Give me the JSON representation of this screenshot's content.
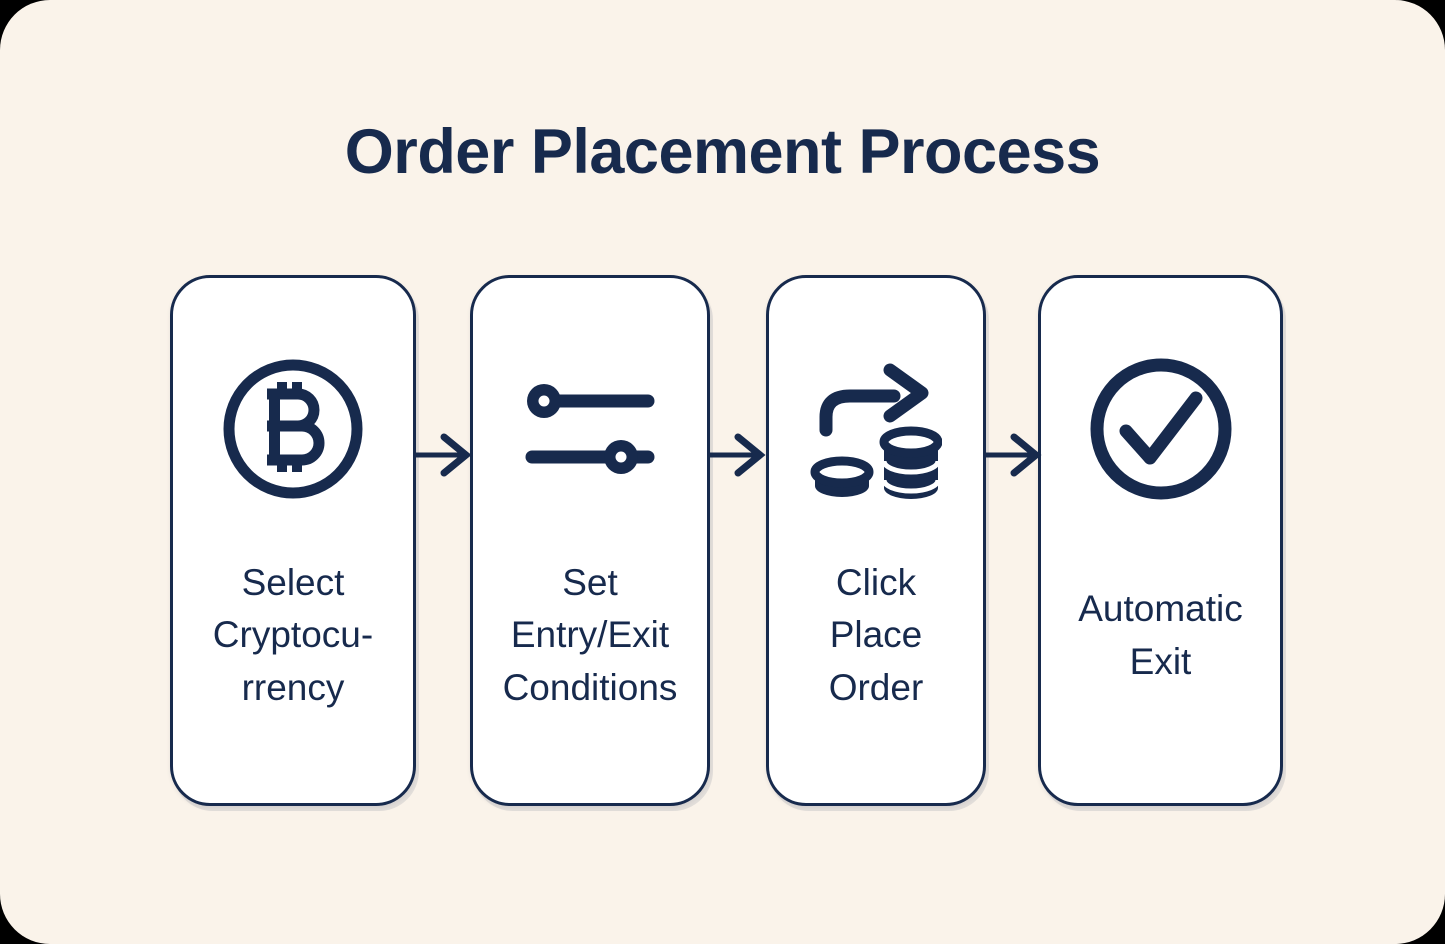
{
  "title": "Order Placement Process",
  "steps": [
    {
      "label": "Select\nCryptocu-\nrrency",
      "icon": "bitcoin-icon"
    },
    {
      "label": "Set\nEntry/Exit\nConditions",
      "icon": "sliders-icon"
    },
    {
      "label": "Click\nPlace\nOrder",
      "icon": "coins-transfer-icon"
    },
    {
      "label": "Automatic\nExit",
      "icon": "check-circle-icon"
    }
  ],
  "arrows": [
    "arrow-right-icon",
    "arrow-right-icon",
    "arrow-right-icon"
  ],
  "colors": {
    "background": "#FAF3EA",
    "card_background": "#FFFFFF",
    "accent": "#172A4D"
  }
}
